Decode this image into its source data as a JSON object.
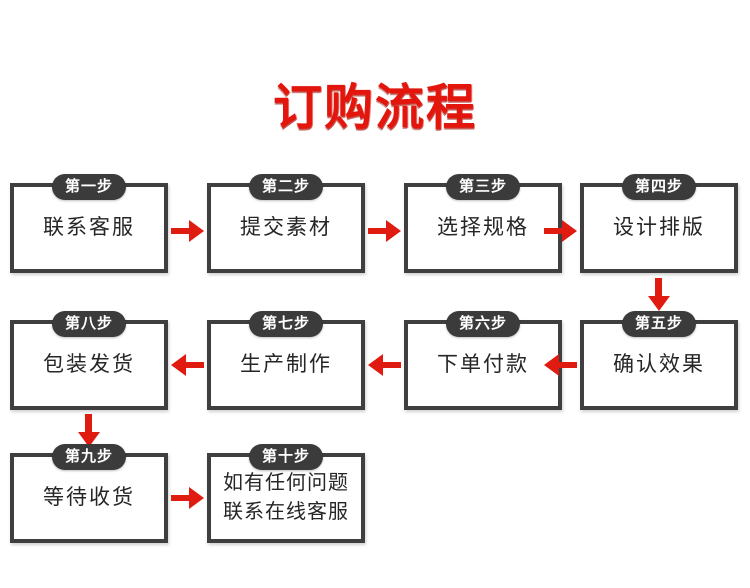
{
  "page": {
    "title": "订购流程",
    "title_color": "#e2160d",
    "background": "#ffffff",
    "box_border_color": "#3f3f3f",
    "badge_color": "#3b3b3b",
    "arrow_color": "#e01b10"
  },
  "steps": [
    {
      "badge": "第一步",
      "label": "联系客服"
    },
    {
      "badge": "第二步",
      "label": "提交素材"
    },
    {
      "badge": "第三步",
      "label": "选择规格"
    },
    {
      "badge": "第四步",
      "label": "设计排版"
    },
    {
      "badge": "第五步",
      "label": "确认效果"
    },
    {
      "badge": "第六步",
      "label": "下单付款"
    },
    {
      "badge": "第七步",
      "label": "生产制作"
    },
    {
      "badge": "第八步",
      "label": "包装发货"
    },
    {
      "badge": "第九步",
      "label": "等待收货"
    },
    {
      "badge": "第十步",
      "label": "如有任何问题\n联系在线客服"
    }
  ]
}
